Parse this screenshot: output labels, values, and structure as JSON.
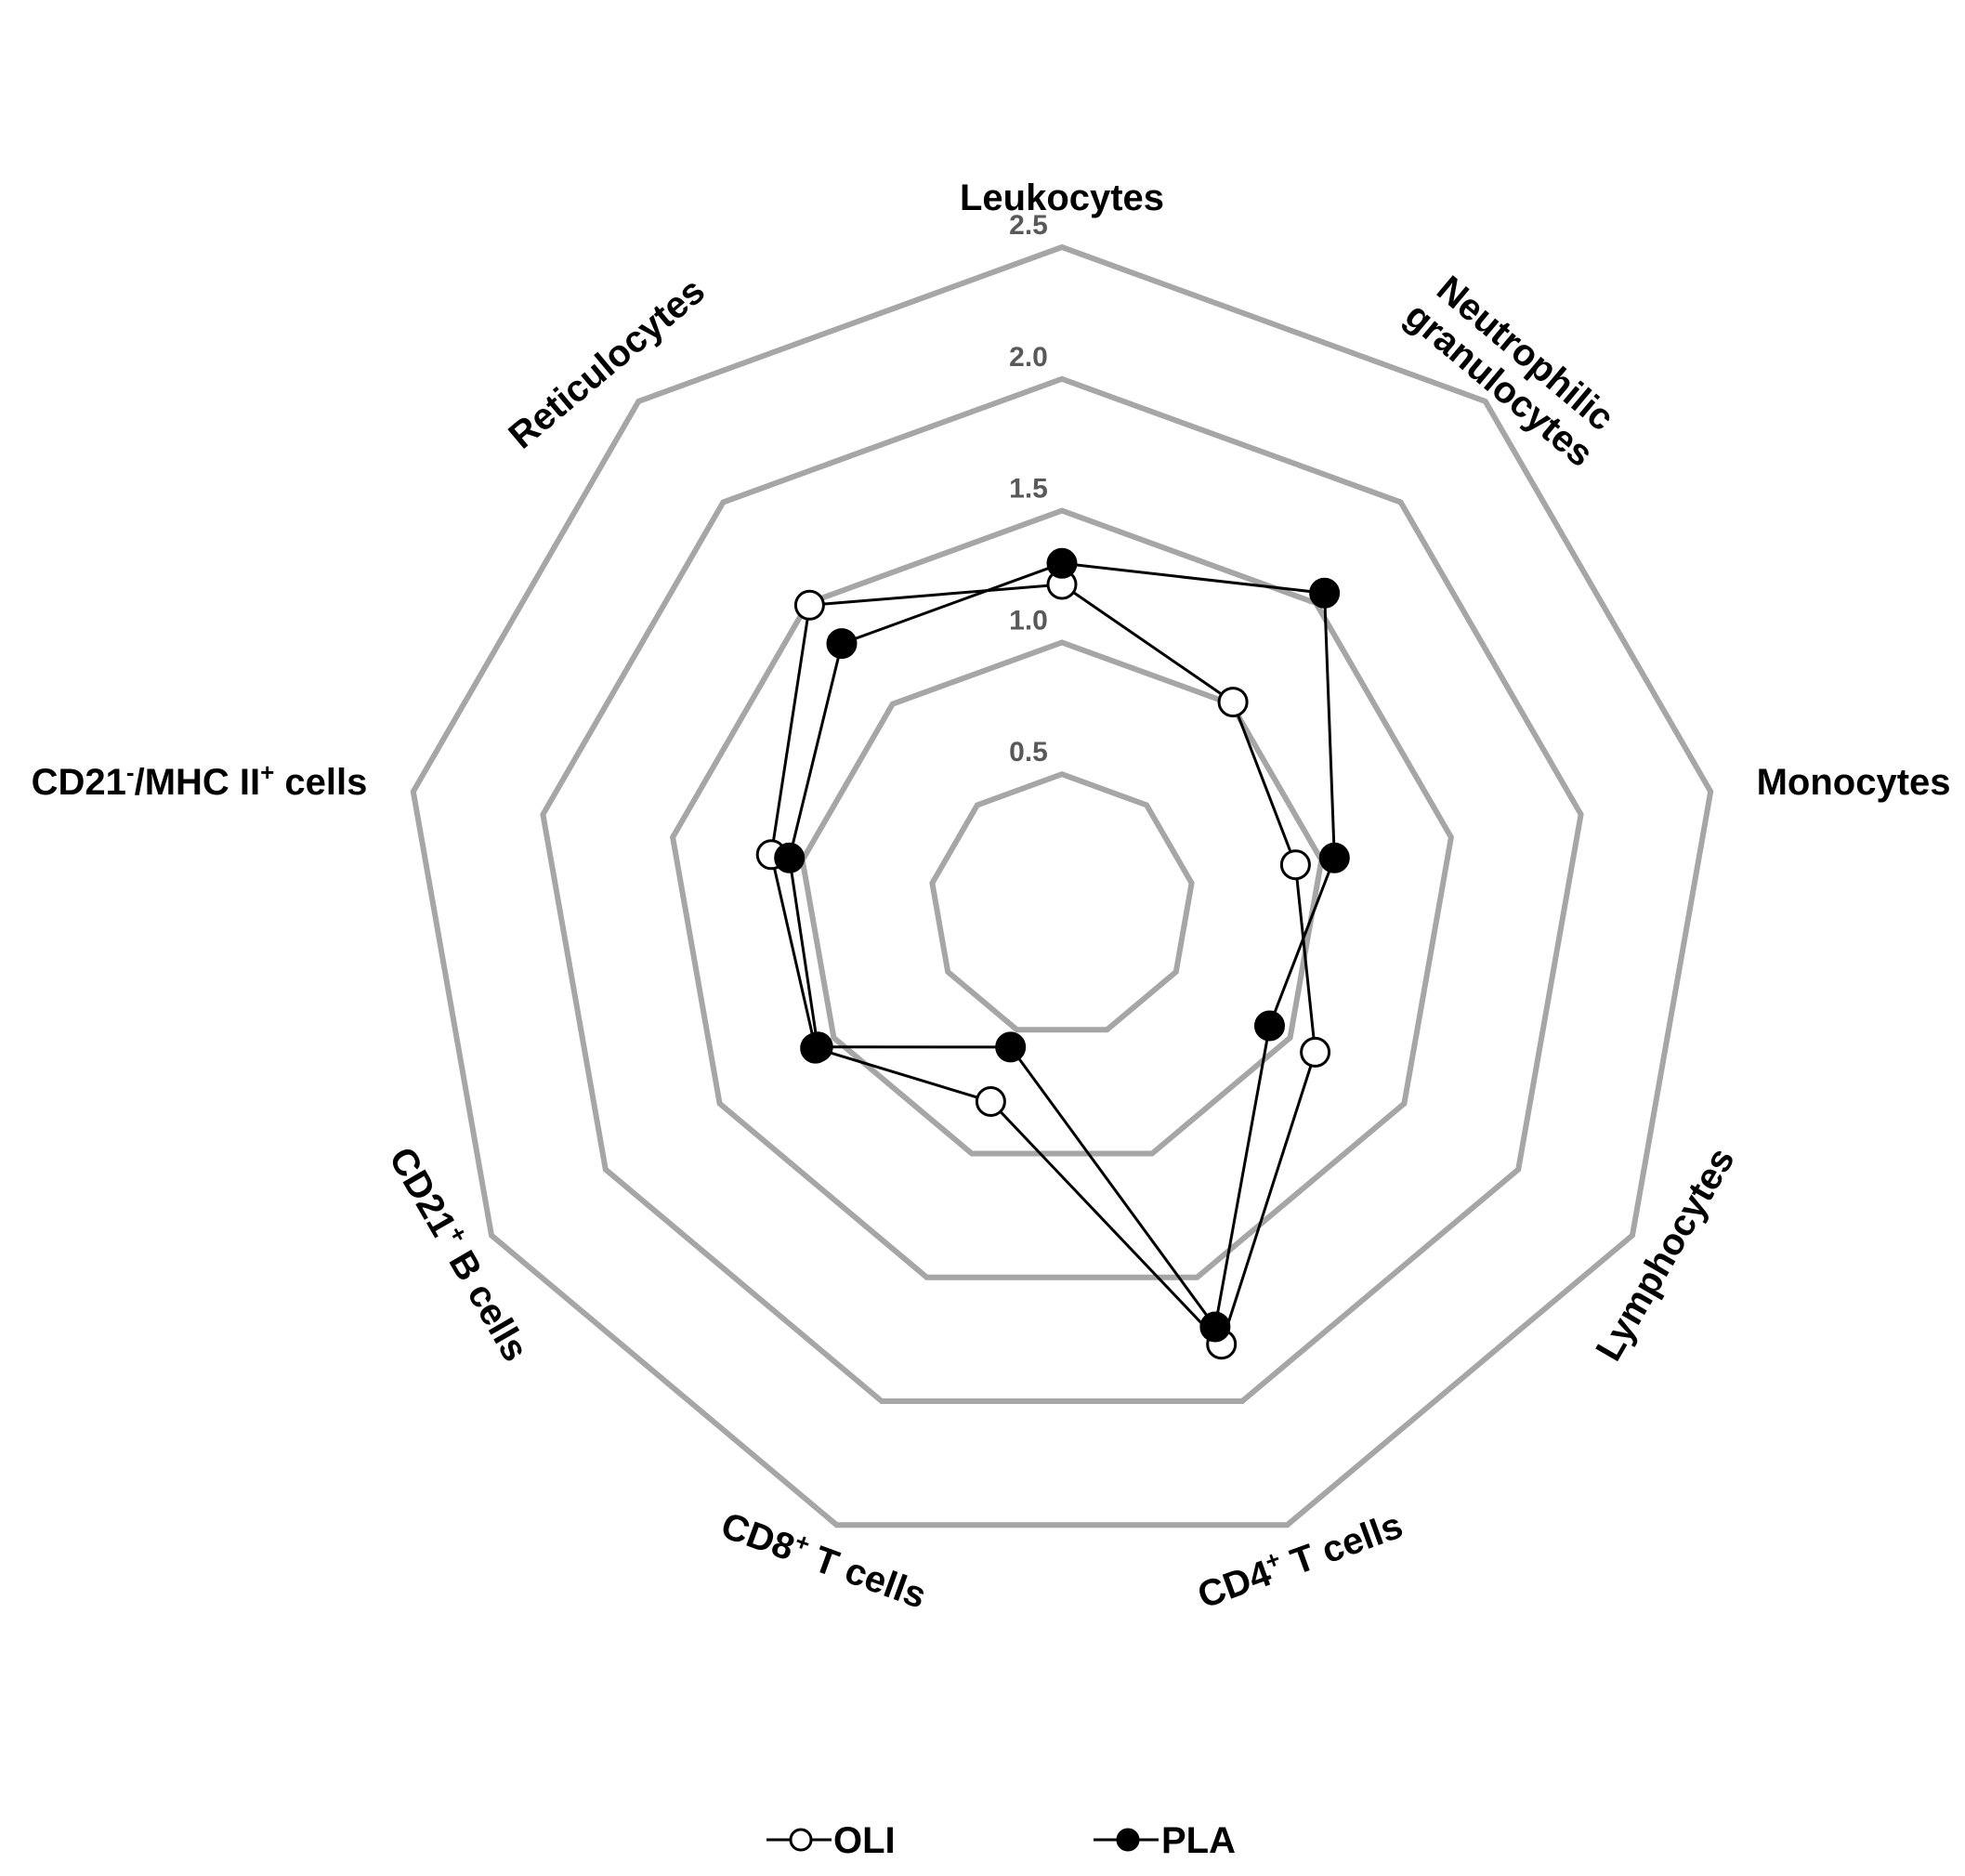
{
  "chart_data": {
    "type": "radar",
    "categories": [
      {
        "pre": "Leukocytes",
        "sup": "",
        "post": ""
      },
      {
        "pre": "Neutrophilic",
        "sup": "",
        "post": "",
        "line2": "granulocytes"
      },
      {
        "pre": "Monocytes",
        "sup": "",
        "post": ""
      },
      {
        "pre": "Lymphocytes",
        "sup": "",
        "post": ""
      },
      {
        "pre": "CD4",
        "sup": "+",
        "post": " T cells"
      },
      {
        "pre": "CD8",
        "sup": "+",
        "post": " T cells"
      },
      {
        "pre": "CD21",
        "sup": "+",
        "post": " B cells"
      },
      {
        "pre": "CD21",
        "sup": "-",
        "post": "/MHC II",
        "sup2": "+",
        "post2": " cells"
      },
      {
        "pre": "Reticulocytes",
        "sup": "",
        "post": ""
      }
    ],
    "ticks": [
      "0.5",
      "1.0",
      "1.5",
      "2.0",
      "2.5"
    ],
    "rlim": [
      0,
      2.5
    ],
    "grid": true,
    "legend_position": "bottom",
    "series": [
      {
        "name": "OLI",
        "marker": "open-circle",
        "values": [
          1.22,
          1.01,
          0.9,
          1.11,
          1.77,
          0.79,
          1.08,
          1.12,
          1.49
        ]
      },
      {
        "name": "PLA",
        "marker": "filled-circle",
        "values": [
          1.3,
          1.55,
          1.05,
          0.91,
          1.7,
          0.57,
          1.07,
          1.05,
          1.3
        ]
      }
    ],
    "colors": {
      "grid": "#a6a6a6",
      "line": "#000000",
      "tick": "#595959"
    }
  }
}
